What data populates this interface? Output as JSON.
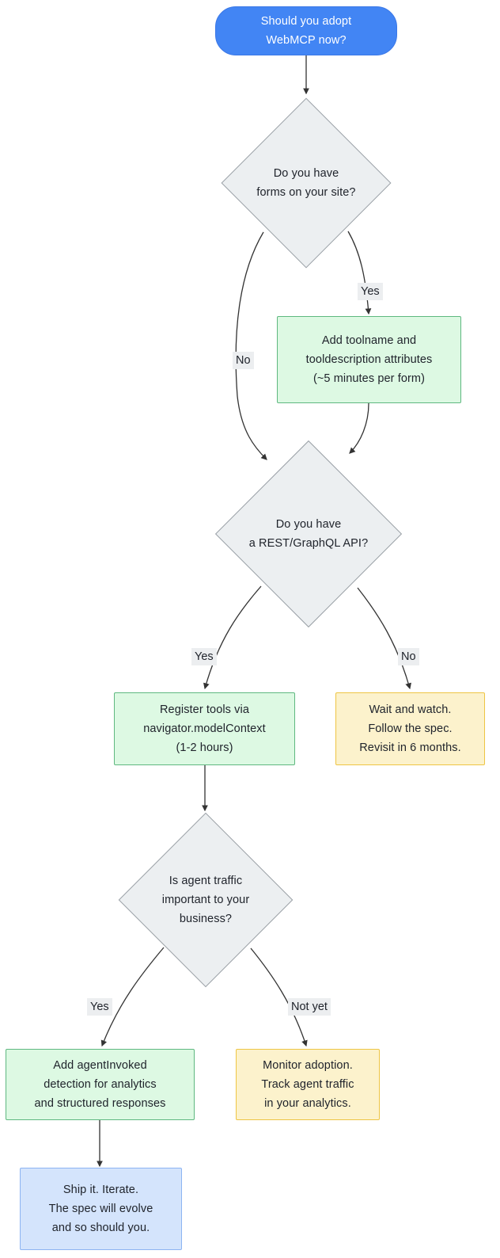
{
  "diagram": {
    "type": "flowchart",
    "title": "Should you adopt WebMCP now?",
    "orientation": "top-to-bottom"
  },
  "colors": {
    "start_fill": "#4285f4",
    "start_text": "#ffffff",
    "decision_fill": "#eceff1",
    "decision_border": "#9aa0a6",
    "action_fill": "#ddf9e3",
    "action_border": "#5fb880",
    "wait_fill": "#fcf2cc",
    "wait_border": "#eec544",
    "final_fill": "#d4e4fc",
    "final_border": "#8cb4f2",
    "edge_stroke": "#333333",
    "edge_label_bg": "#eceef0"
  },
  "nodes": {
    "start": {
      "id": "start",
      "shape": "rounded-pill",
      "text": "Should you adopt\nWebMCP now?"
    },
    "decision_forms": {
      "id": "decision-forms",
      "shape": "diamond",
      "text": "Do you have\nforms on your site?"
    },
    "action_attributes": {
      "id": "action-attributes",
      "shape": "rectangle",
      "text": "Add toolname and\ntooldescription attributes\n(~5 minutes per form)"
    },
    "decision_api": {
      "id": "decision-api",
      "shape": "diamond",
      "text": "Do you have\na REST/GraphQL API?"
    },
    "action_register": {
      "id": "action-register",
      "shape": "rectangle",
      "text": "Register tools via\nnavigator.modelContext\n(1-2 hours)"
    },
    "wait_and_watch": {
      "id": "wait-and-watch",
      "shape": "rectangle",
      "text": "Wait and watch.\nFollow the spec.\nRevisit in 6 months."
    },
    "decision_traffic": {
      "id": "decision-traffic",
      "shape": "diamond",
      "text": "Is agent traffic\nimportant to your\nbusiness?"
    },
    "action_analytics": {
      "id": "action-analytics",
      "shape": "rectangle",
      "text": "Add agentInvoked\ndetection for analytics\nand structured responses"
    },
    "monitor_adoption": {
      "id": "monitor-adoption",
      "shape": "rectangle",
      "text": "Monitor adoption.\nTrack agent traffic\nin your analytics."
    },
    "ship_it": {
      "id": "ship-it",
      "shape": "rectangle",
      "text": "Ship it. Iterate.\nThe spec will evolve\nand so should you."
    }
  },
  "edge_labels": {
    "forms_yes": "Yes",
    "forms_no": "No",
    "api_yes": "Yes",
    "api_no": "No",
    "traffic_yes": "Yes",
    "traffic_not_yet": "Not yet"
  },
  "edges": [
    {
      "from": "start",
      "to": "decision_forms",
      "label": ""
    },
    {
      "from": "decision_forms",
      "to": "action_attributes",
      "label": "Yes"
    },
    {
      "from": "decision_forms",
      "to": "decision_api",
      "label": "No"
    },
    {
      "from": "action_attributes",
      "to": "decision_api",
      "label": ""
    },
    {
      "from": "decision_api",
      "to": "action_register",
      "label": "Yes"
    },
    {
      "from": "decision_api",
      "to": "wait_and_watch",
      "label": "No"
    },
    {
      "from": "action_register",
      "to": "decision_traffic",
      "label": ""
    },
    {
      "from": "decision_traffic",
      "to": "action_analytics",
      "label": "Yes"
    },
    {
      "from": "decision_traffic",
      "to": "monitor_adoption",
      "label": "Not yet"
    },
    {
      "from": "action_analytics",
      "to": "ship_it",
      "label": ""
    }
  ]
}
